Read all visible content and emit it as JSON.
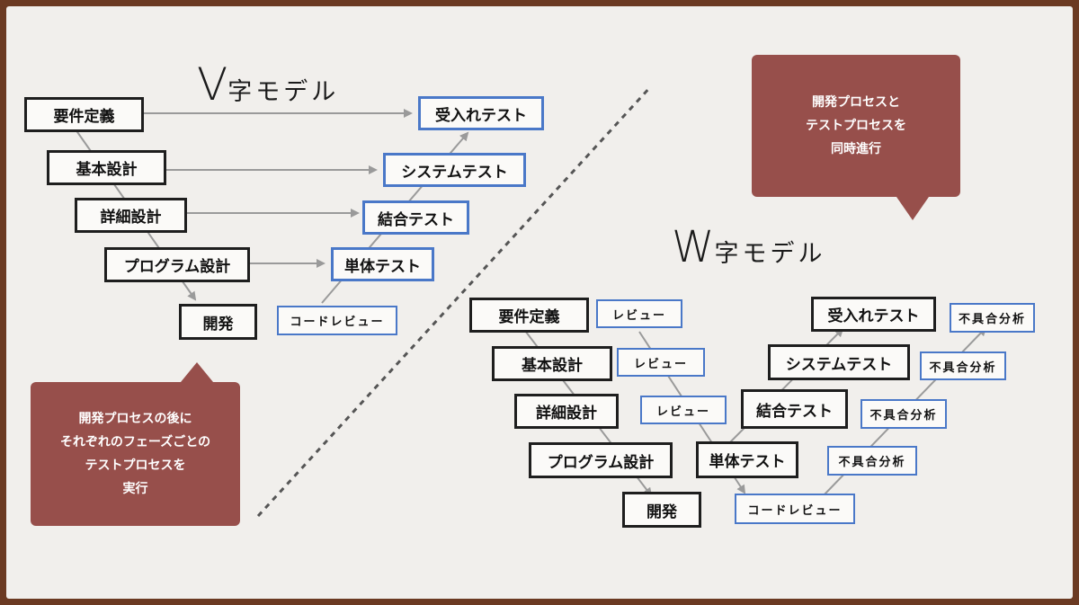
{
  "v_model": {
    "title_letter": "V",
    "title_rest": "字モデル",
    "dev": [
      "要件定義",
      "基本設計",
      "詳細設計",
      "プログラム設計",
      "開発"
    ],
    "test": [
      "受入れテスト",
      "システムテスト",
      "結合テスト",
      "単体テスト"
    ],
    "code_review": "コードレビュー",
    "note_lines": [
      "開発プロセスの後に",
      "それぞれのフェーズごとの",
      "テストプロセスを",
      "実行"
    ]
  },
  "w_model": {
    "title_letter": "W",
    "title_rest": "字モデル",
    "dev": [
      "要件定義",
      "基本設計",
      "詳細設計",
      "プログラム設計",
      "開発"
    ],
    "test": [
      "受入れテスト",
      "システムテスト",
      "結合テスト",
      "単体テスト"
    ],
    "reviews": [
      "レビュー",
      "レビュー",
      "レビュー"
    ],
    "code_review": "コードレビュー",
    "analysis": [
      "不具合分析",
      "不具合分析",
      "不具合分析",
      "不具合分析"
    ],
    "note_lines": [
      "開発プロセスと",
      "テストプロセスを",
      "同時進行"
    ]
  },
  "colors": {
    "dev_border": "#1e1e1e",
    "test_border": "#4a78c8",
    "callout": "#974f4b",
    "board": "#f1efec",
    "frame": "#6b3a22",
    "arrow": "#9a9a9a"
  }
}
